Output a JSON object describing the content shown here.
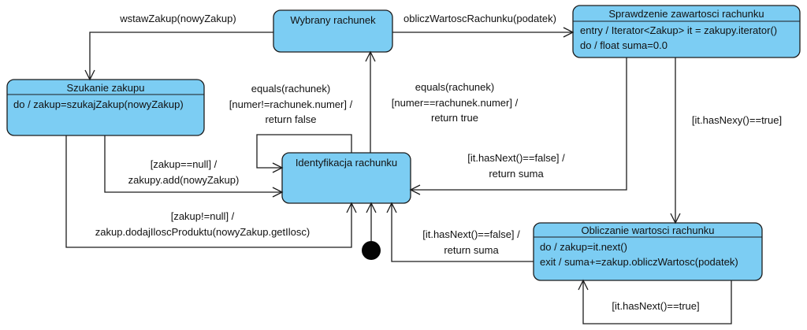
{
  "states": {
    "wybrany": {
      "name": "Wybrany rachunek"
    },
    "szukanie": {
      "name": "Szukanie zakupu",
      "activities": [
        "do / zakup=szukajZakup(nowyZakup)"
      ]
    },
    "sprawdzenie": {
      "name": "Sprawdzenie zawartosci rachunku",
      "activities": [
        "entry / Iterator<Zakup> it = zakupy.iterator()",
        "do / float suma=0.0"
      ]
    },
    "identyfikacja": {
      "name": "Identyfikacja rachunku"
    },
    "obliczanie": {
      "name": "Obliczanie wartosci rachunku",
      "activities": [
        "do / zakup=it.next()",
        "exit / suma+=zakup.obliczWartosc(podatek)"
      ]
    }
  },
  "transitions": {
    "wstaw_zakup": [
      "wstawZakup(nowyZakup)"
    ],
    "oblicz_wartosc": [
      "obliczWartoscRachunku(podatek)"
    ],
    "equals_not": [
      "equals(rachunek)",
      "[numer!=rachunek.numer] /",
      "return false"
    ],
    "equals_eq": [
      "equals(rachunek)",
      "[numer==rachunek.numer] /",
      "return true"
    ],
    "has_nexy": [
      "[it.hasNexy()==true]"
    ],
    "zakup_null": [
      "[zakup==null] /",
      "zakupy.add(nowyZakup)"
    ],
    "zakup_not_null": [
      "[zakup!=null] /",
      "zakup.dodajIloscProduktu(nowyZakup.getIlosc)"
    ],
    "has_next_false_a": [
      "[it.hasNext()==false] /",
      "return suma"
    ],
    "has_next_false_b": [
      "[it.hasNext()==false] /",
      "return suma"
    ],
    "has_next_true": [
      "[it.hasNext()==true]"
    ]
  }
}
